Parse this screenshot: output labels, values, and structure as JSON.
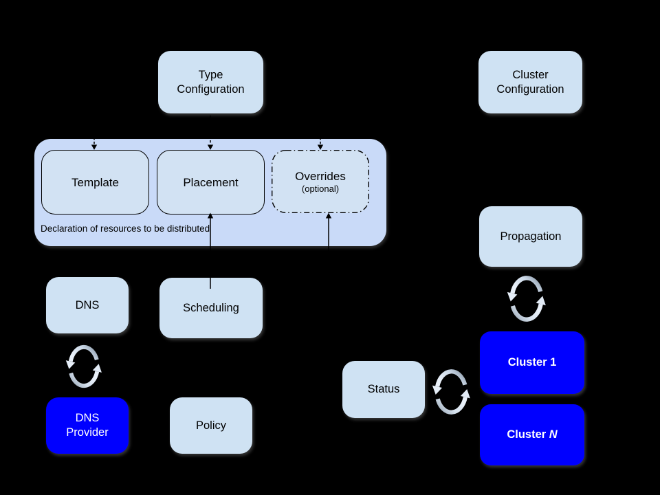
{
  "colors": {
    "background": "#000000",
    "light_box": "#cfe2f3",
    "container_box": "#c9daf8",
    "accent_blue": "#0000ff",
    "text_dark": "#000000",
    "text_light": "#ffffff",
    "arrow_stroke": "#000000",
    "sync_icon_light": "#e9f0f9",
    "sync_icon_shadow": "#8b9aa9"
  },
  "icons": {
    "sync": "circular-refresh-arrows"
  },
  "nodes": {
    "type_configuration": {
      "line1": "Type",
      "line2": "Configuration"
    },
    "cluster_configuration": {
      "line1": "Cluster",
      "line2": "Configuration"
    },
    "template": {
      "label": "Template"
    },
    "placement": {
      "label": "Placement"
    },
    "overrides": {
      "label": "Overrides",
      "sublabel": "(optional)"
    },
    "declaration": {
      "caption": "Declaration of resources to be distributed"
    },
    "dns": {
      "label": "DNS"
    },
    "scheduling": {
      "label": "Scheduling"
    },
    "propagation": {
      "label": "Propagation"
    },
    "dns_provider": {
      "line1": "DNS",
      "line2": "Provider"
    },
    "policy": {
      "label": "Policy"
    },
    "status": {
      "label": "Status"
    },
    "cluster_1": {
      "label": "Cluster 1"
    },
    "cluster_n": {
      "prefix": "Cluster ",
      "n": "N"
    }
  }
}
